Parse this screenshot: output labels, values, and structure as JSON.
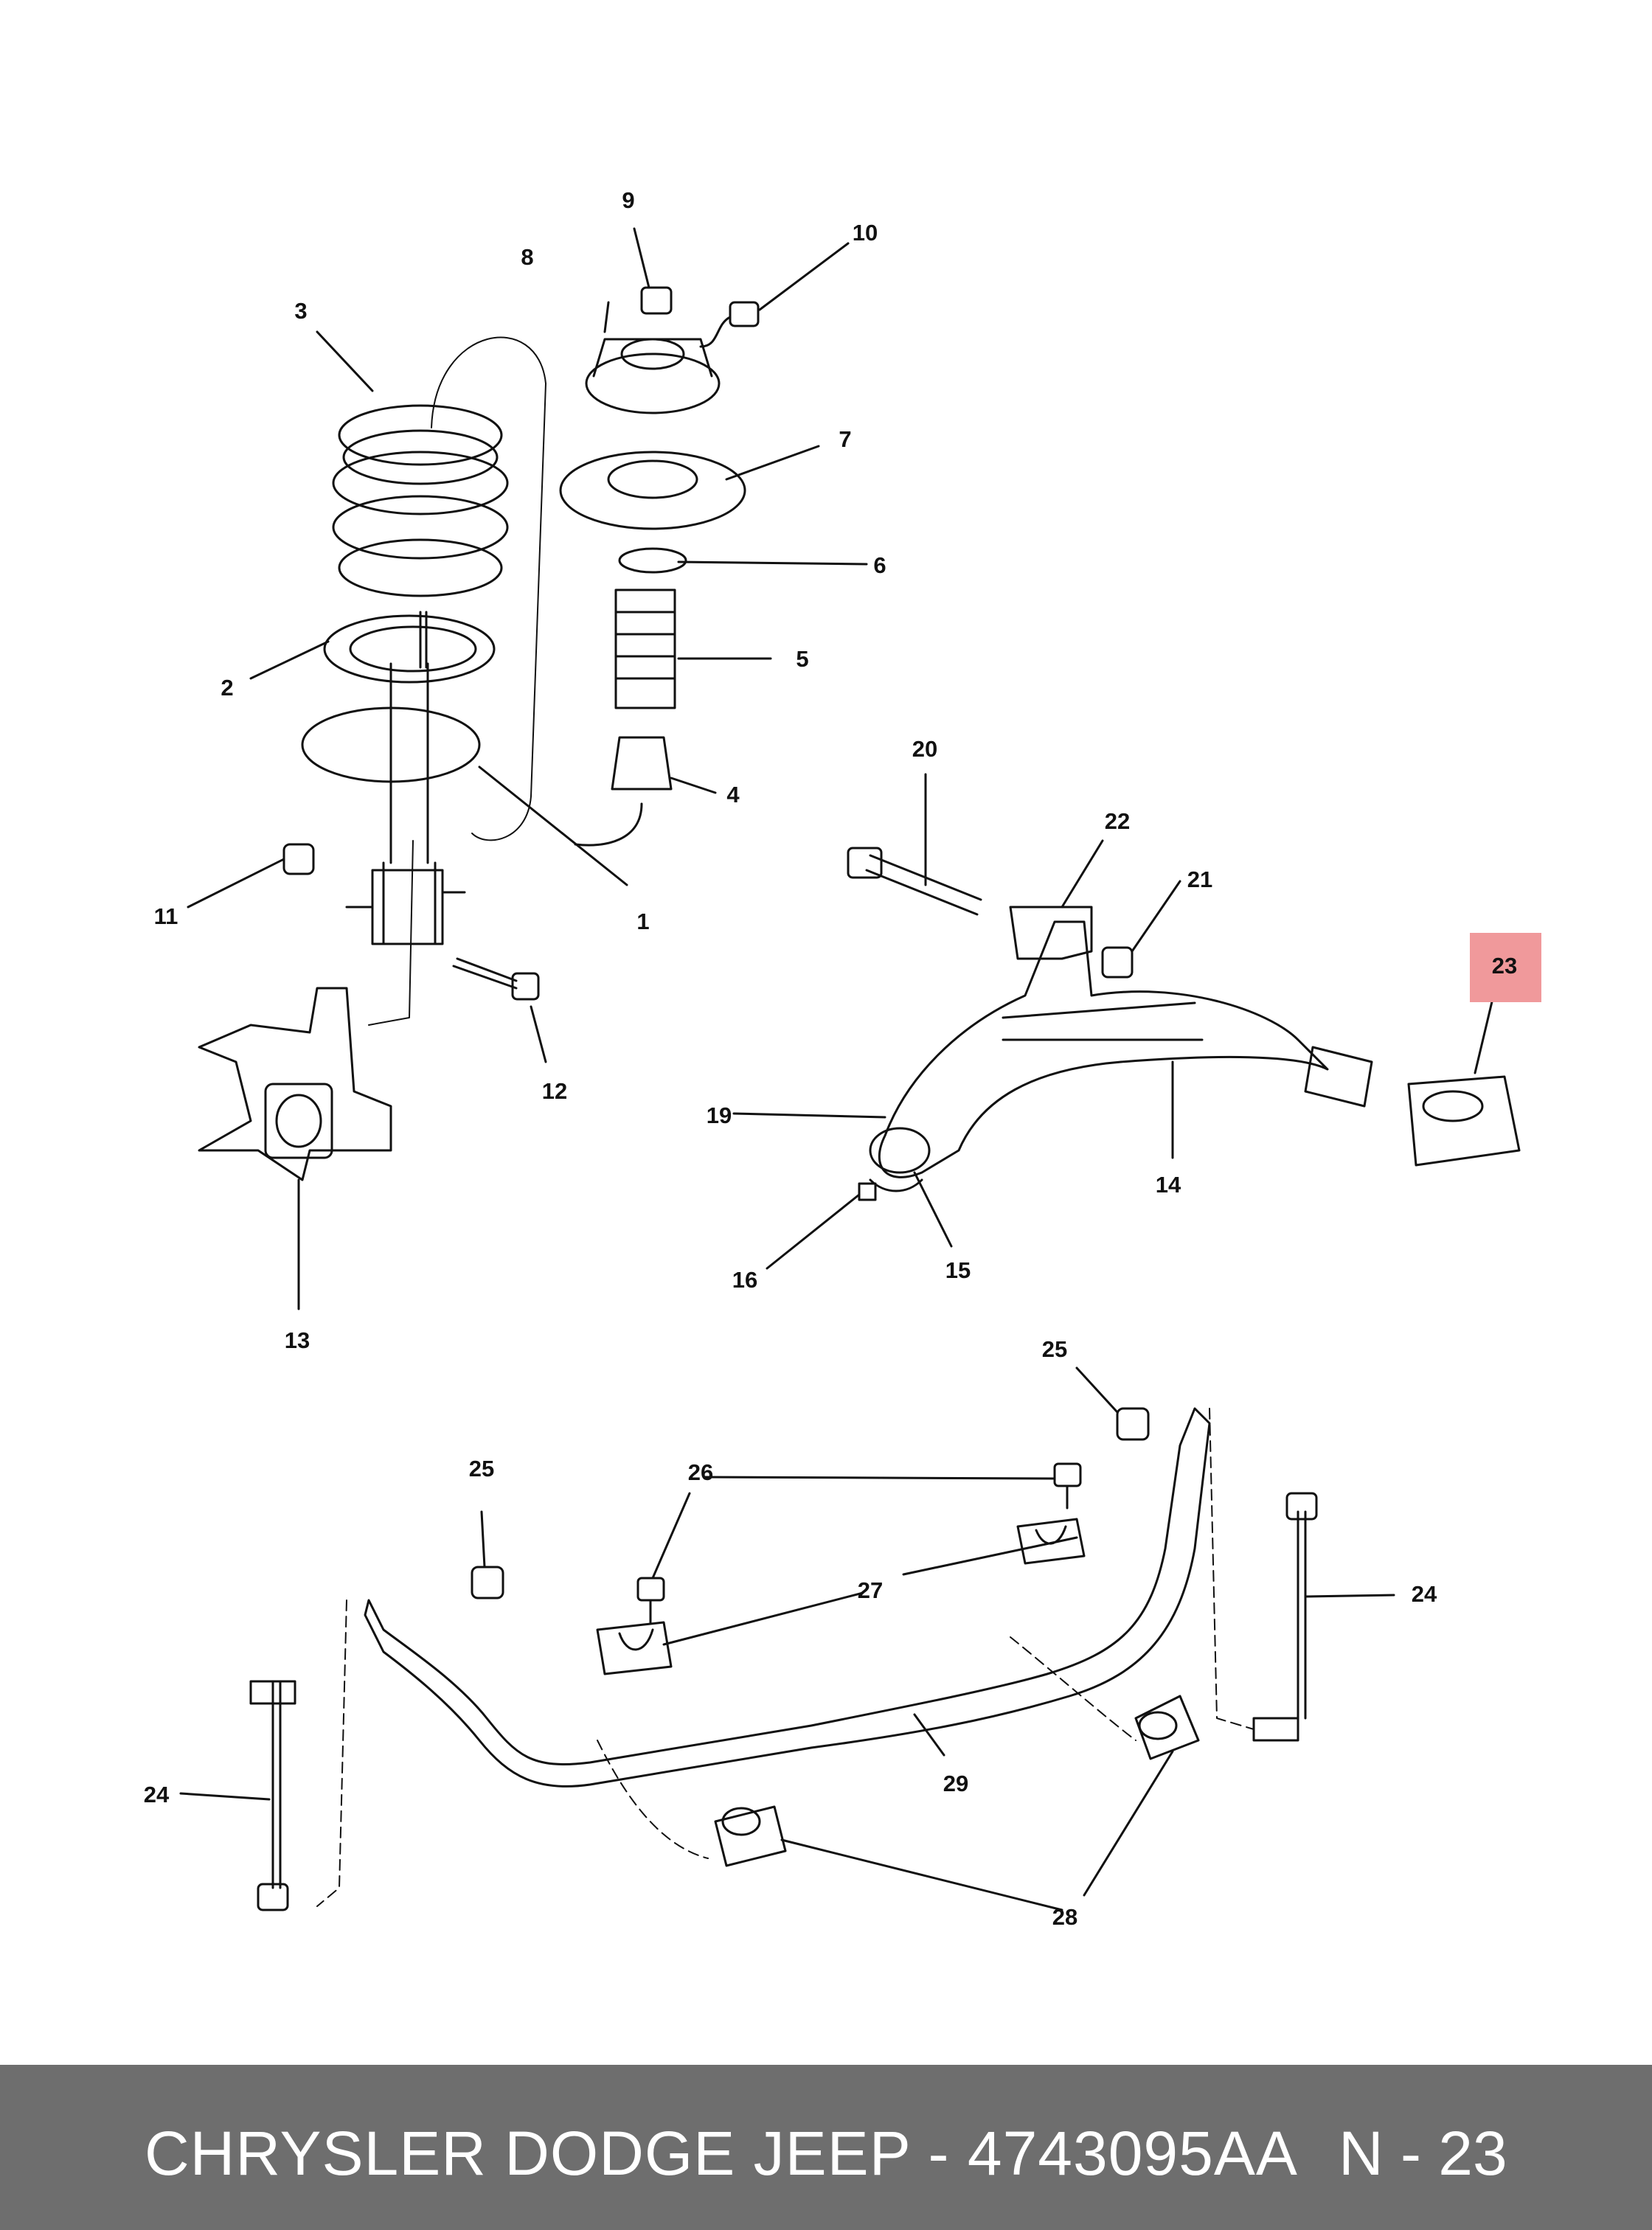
{
  "diagram": {
    "highlight_color": "#f0999b",
    "highlighted_callout": "23",
    "callouts": {
      "c1": "1",
      "c2": "2",
      "c3": "3",
      "c4": "4",
      "c5": "5",
      "c6": "6",
      "c7": "7",
      "c8": "8",
      "c9": "9",
      "c10": "10",
      "c11": "11",
      "c12": "12",
      "c13": "13",
      "c14": "14",
      "c15": "15",
      "c16": "16",
      "c19": "19",
      "c20": "20",
      "c21": "21",
      "c22": "22",
      "c23": "23",
      "c24a": "24",
      "c24b": "24",
      "c25a": "25",
      "c25b": "25",
      "c26": "26",
      "c27": "27",
      "c28": "28",
      "c29": "29"
    }
  },
  "footer": {
    "brand_part": "CHRYSLER DODGE JEEP - 4743095AA",
    "diagram_code": "N - 23",
    "background": "#6e6e6e"
  }
}
